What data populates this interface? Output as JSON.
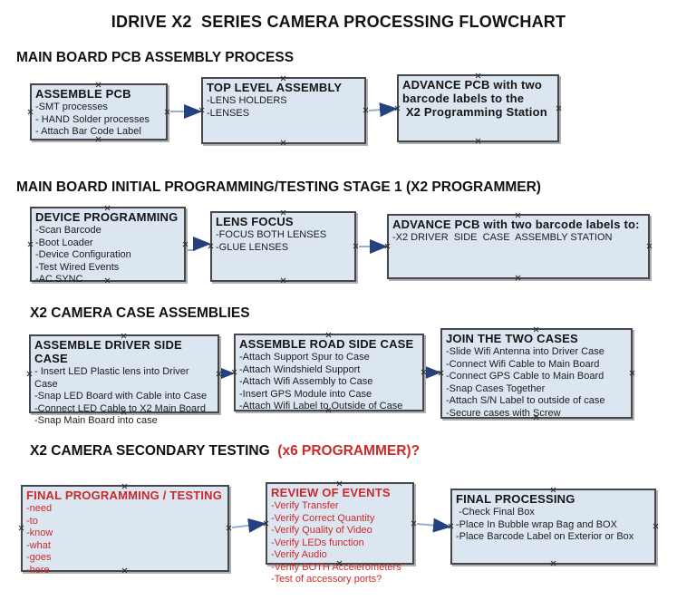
{
  "title": "IDRIVE X2  SERIES CAMERA PROCESSING FLOWCHART",
  "colors": {
    "box_fill": "#dce6f1",
    "box_border": "#46464c",
    "connector_line": "#93aece",
    "connector_arrowhead": "#26417f",
    "red_text": "#cc2a2a",
    "black_text": "#111111"
  },
  "sections": [
    {
      "header": "MAIN BOARD PCB ASSEMBLY PROCESS",
      "boxes": [
        {
          "heading": "ASSEMBLE PCB",
          "items": [
            "-SMT processes",
            "- HAND Solder processes",
            "- Attach Bar Code Label"
          ]
        },
        {
          "heading": "TOP LEVEL ASSEMBLY",
          "items": [
            "-LENS HOLDERS",
            "-LENSES"
          ]
        },
        {
          "heading": "ADVANCE PCB with two\nbarcode labels to the\n X2 Programming Station",
          "items": []
        }
      ]
    },
    {
      "header": "MAIN BOARD INITIAL PROGRAMMING/TESTING STAGE 1 (X2 PROGRAMMER)",
      "boxes": [
        {
          "heading": "DEVICE PROGRAMMING",
          "items": [
            "-Scan Barcode",
            "-Boot Loader",
            "-Device Configuration",
            "-Test Wired Events",
            "-AC SYNC"
          ]
        },
        {
          "heading": "LENS FOCUS",
          "items": [
            "-FOCUS BOTH LENSES",
            "-GLUE LENSES"
          ]
        },
        {
          "heading": "ADVANCE PCB with two barcode labels to:",
          "items": [
            "-X2 DRIVER  SIDE  CASE  ASSEMBLY STATION"
          ]
        }
      ]
    },
    {
      "header": "X2 CAMERA CASE ASSEMBLIES",
      "boxes": [
        {
          "heading": "ASSEMBLE DRIVER SIDE CASE",
          "items": [
            "- Insert LED Plastic lens into Driver Case",
            "-Snap LED Board with Cable into Case",
            "-Connect LED Cable to X2 Main Board",
            "-Snap Main Board into case"
          ]
        },
        {
          "heading": "ASSEMBLE ROAD SIDE CASE",
          "items": [
            "-Attach Support Spur to Case",
            "-Attach Windshield Support",
            "-Attach Wifi Assembly to Case",
            "-Insert GPS Module into Case",
            "-Attach Wifi Label to Outside of Case"
          ]
        },
        {
          "heading": "JOIN THE TWO CASES",
          "items": [
            "-Slide Wifi Antenna into Driver Case",
            "-Connect Wifi Cable to Main Board",
            "-Connect GPS Cable to Main Board",
            "-Snap Cases Together",
            "-Attach S/N Label to outside of case",
            "-Secure cases with Screw"
          ]
        }
      ]
    },
    {
      "header_black": "X2 CAMERA SECONDARY TESTING ",
      "header_red": " (x6 PROGRAMMER)?",
      "boxes": [
        {
          "heading": "FINAL PROGRAMMING / TESTING",
          "items": [
            "-need",
            "-to",
            "-know",
            "-what",
            "-goes",
            "-here"
          ]
        },
        {
          "heading": "REVIEW OF EVENTS",
          "items": [
            "-Verify Transfer",
            "-Verify Correct Quantity",
            "-Verify Quality of Video",
            "-Verify LEDs function",
            "-Verify Audio",
            "-Verify BOTH Accelerometers",
            "-Test of accessory ports?"
          ]
        },
        {
          "heading": "FINAL PROCESSING",
          "items": [
            " -Check Final Box",
            "-Place In Bubble wrap Bag and BOX",
            "-Place Barcode Label on Exterior or Box"
          ]
        }
      ]
    }
  ]
}
